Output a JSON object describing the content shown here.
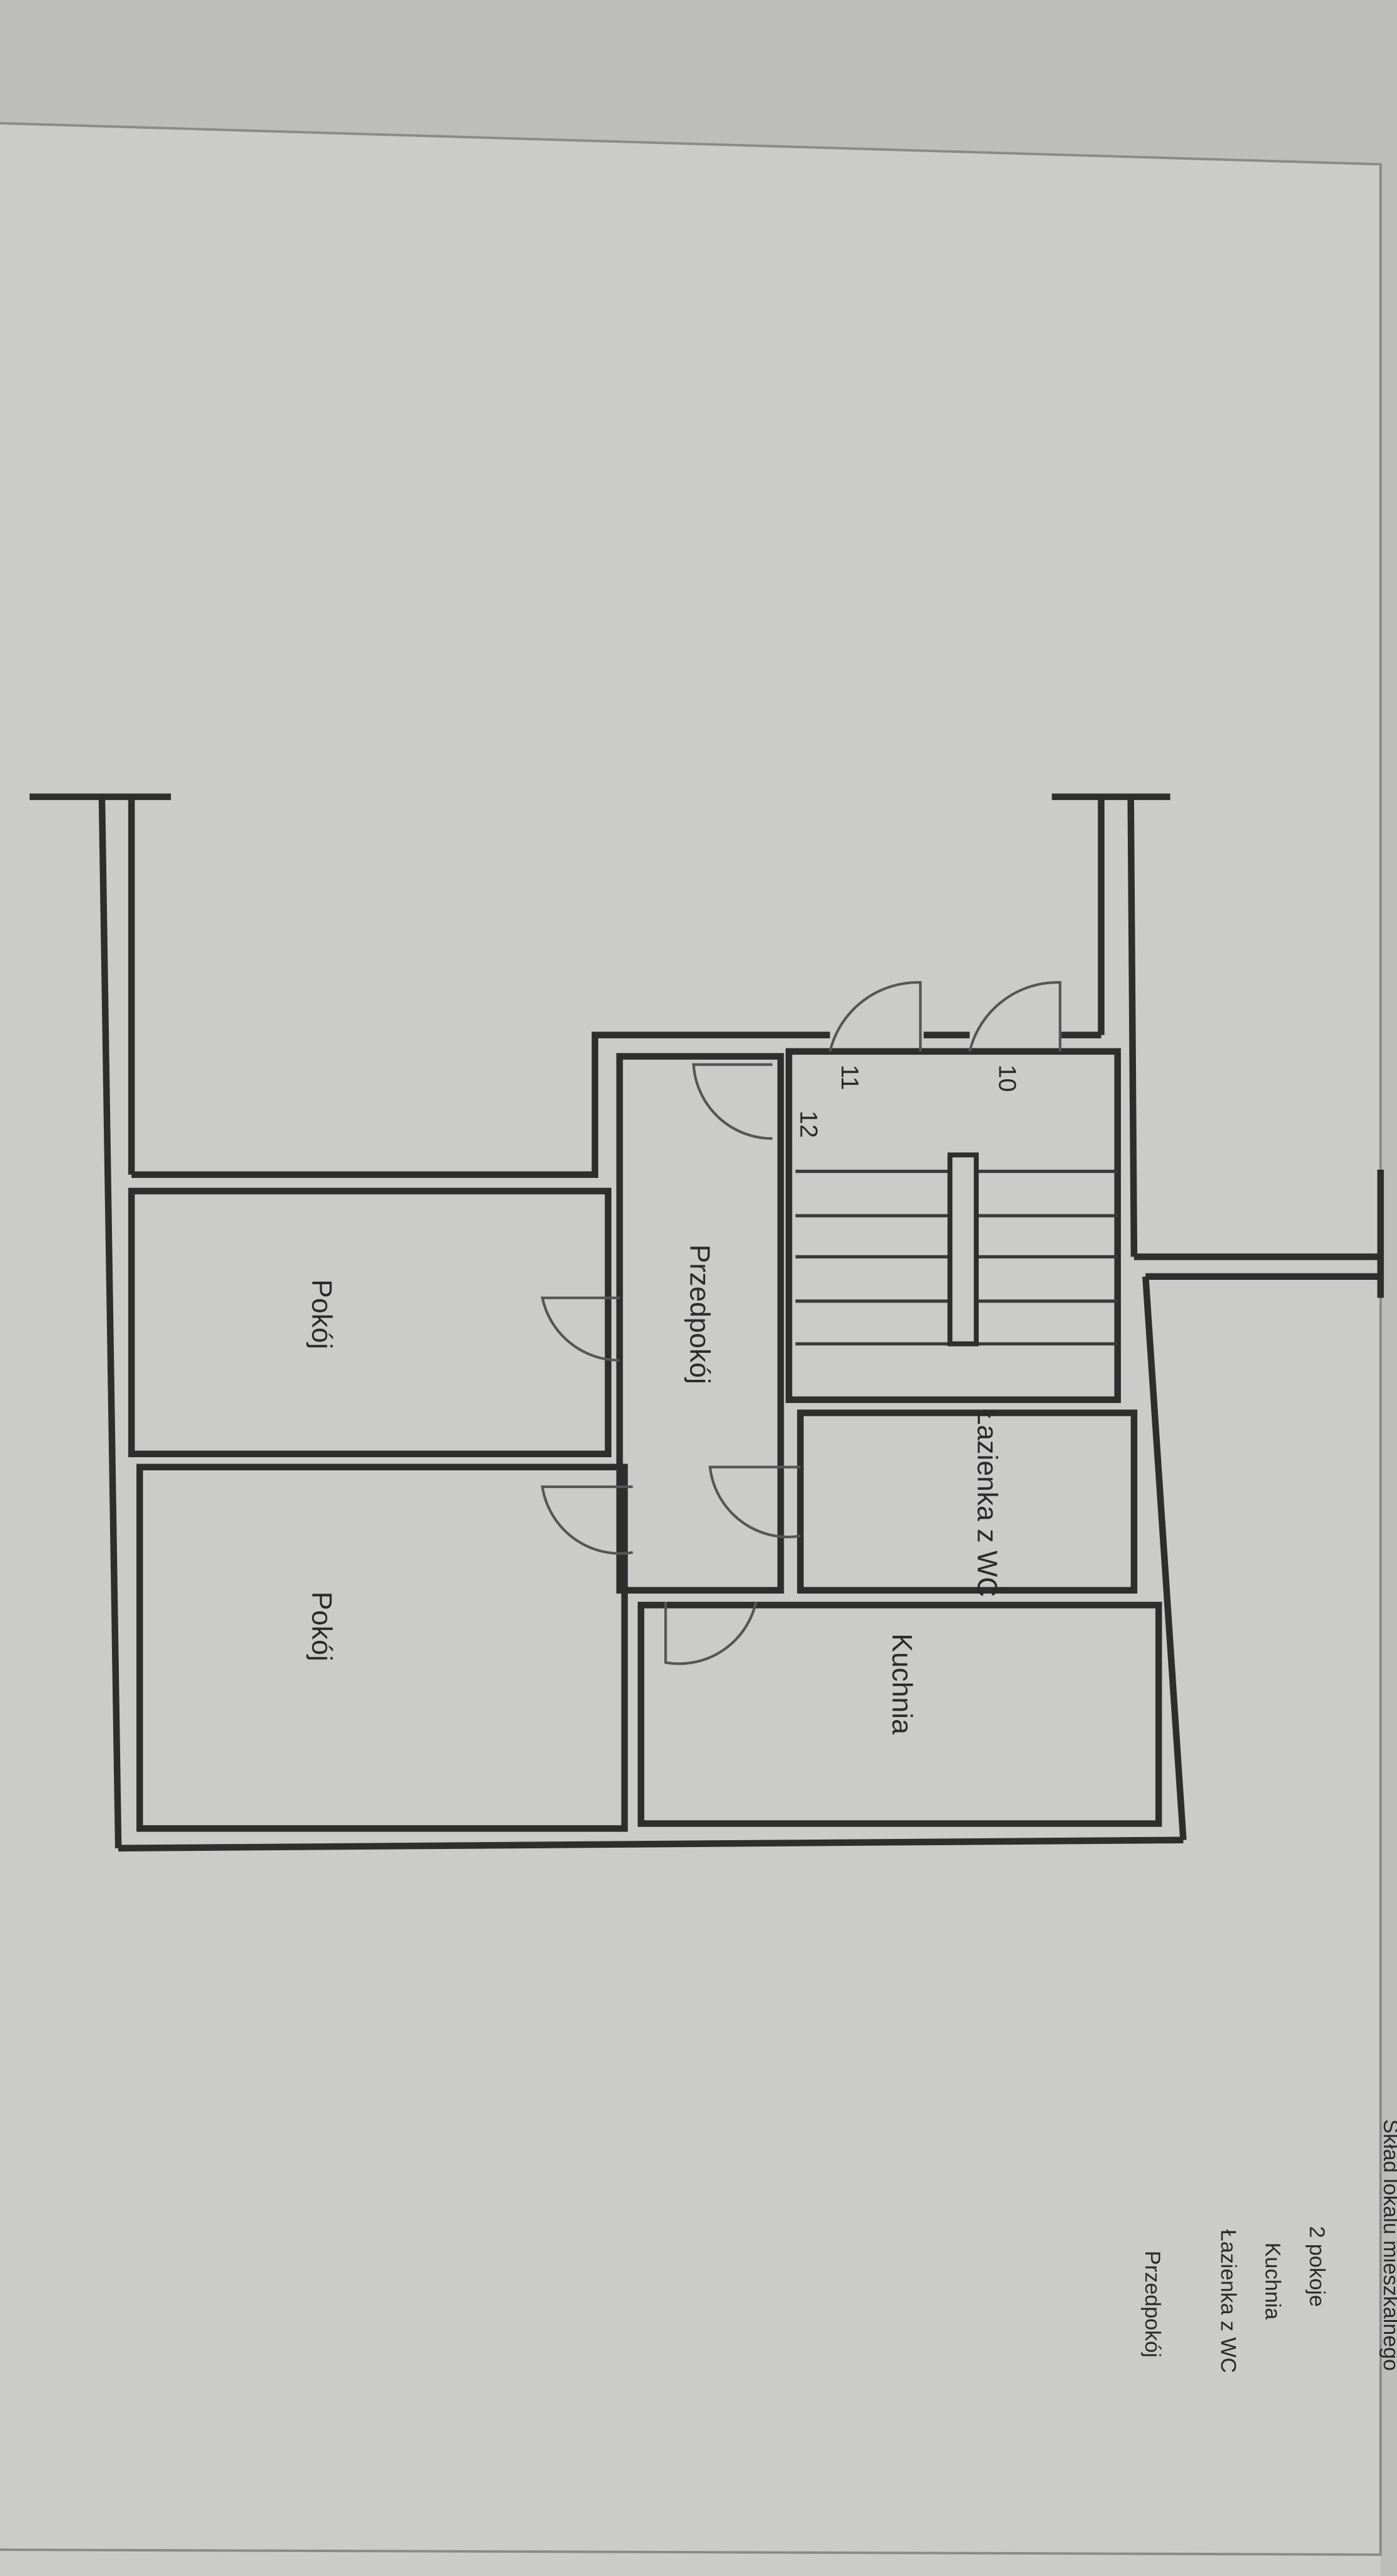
{
  "floor_plan": {
    "rooms": {
      "room_1": "Pokój",
      "room_2": "Pokój",
      "hallway": "Przedpokój",
      "bathroom": "Łazienka z WC",
      "kitchen": "Kuchnia"
    },
    "door_numbers": [
      "10",
      "11",
      "12"
    ]
  },
  "legend": {
    "heading": "Skład lokalu mieszkalnego",
    "items": [
      "2 pokoje",
      "Kuchnia",
      "Łazienka z WC",
      "Przedpokój"
    ]
  },
  "colors": {
    "paper": "#cbcbc9",
    "ink": "#2e2e2e"
  }
}
